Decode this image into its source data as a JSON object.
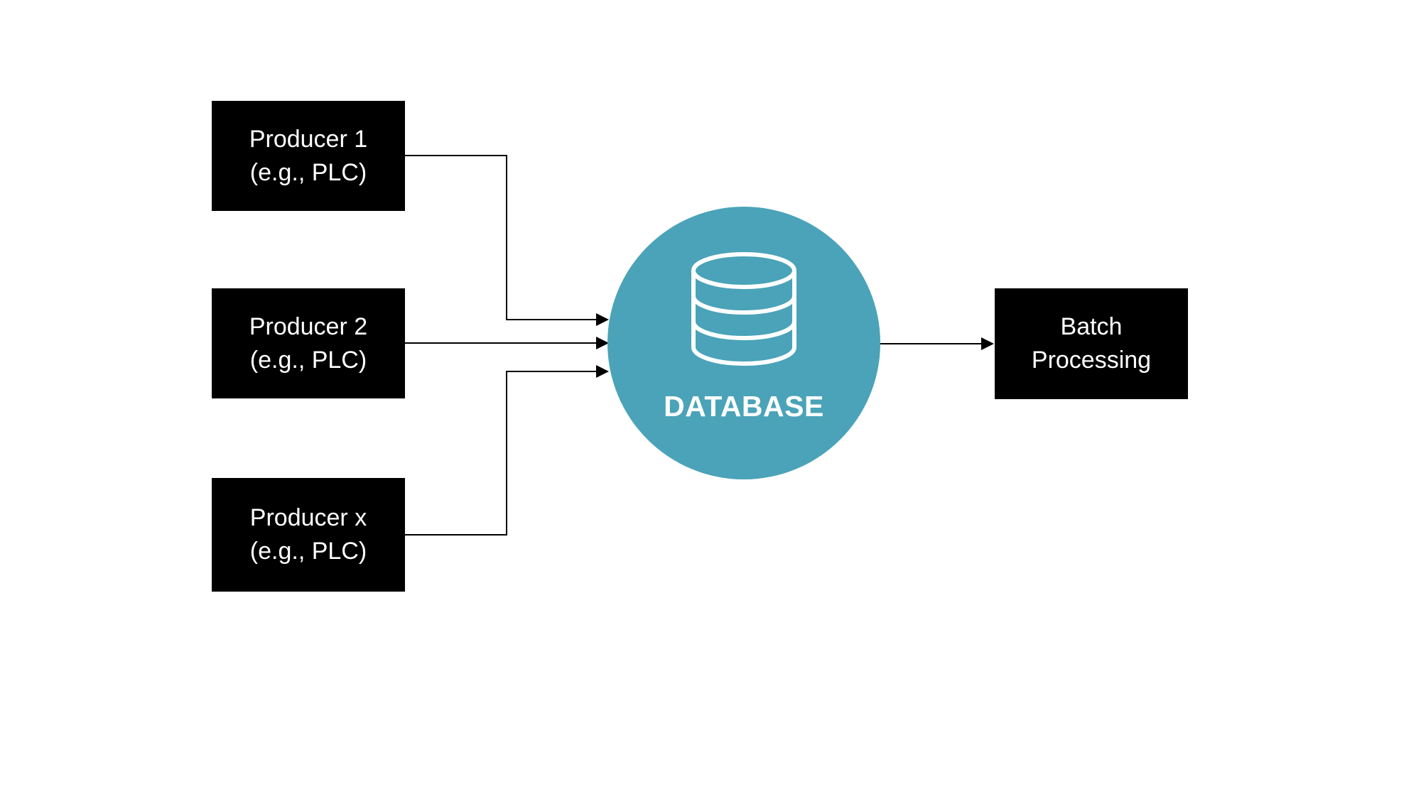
{
  "diagram": {
    "producers": [
      {
        "name": "Producer 1",
        "subtitle": "(e.g., PLC)"
      },
      {
        "name": "Producer 2",
        "subtitle": "(e.g., PLC)"
      },
      {
        "name": "Producer x",
        "subtitle": "(e.g., PLC)"
      }
    ],
    "database": {
      "label": "DATABASE",
      "icon": "database-cylinder-icon"
    },
    "batch_processing": {
      "line1": "Batch",
      "line2": "Processing"
    }
  },
  "colors": {
    "node-fill": "#000000",
    "node-text": "#ffffff",
    "database-fill": "#4AA3B8",
    "database-text": "#ffffff",
    "connector": "#000000",
    "background": "#ffffff"
  }
}
